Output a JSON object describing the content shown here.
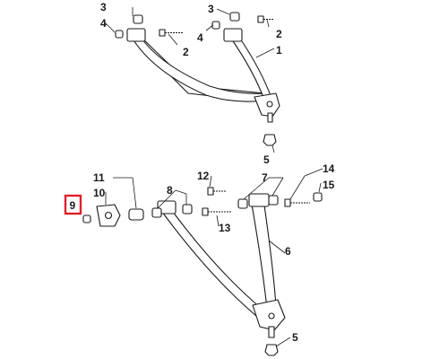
{
  "callouts": {
    "c1": "1",
    "c2a": "2",
    "c2b": "2",
    "c3a": "3",
    "c3b": "3",
    "c4a": "4",
    "c4b": "4",
    "c5a": "5",
    "c5b": "5",
    "c6": "6",
    "c7": "7",
    "c8": "8",
    "c9": "9",
    "c10": "10",
    "c11": "11",
    "c12": "12",
    "c13": "13",
    "c14": "14",
    "c15": "15"
  },
  "highlighted_callout": "9",
  "colors": {
    "highlight": "#e0202a",
    "line": "#1a1a1a"
  }
}
